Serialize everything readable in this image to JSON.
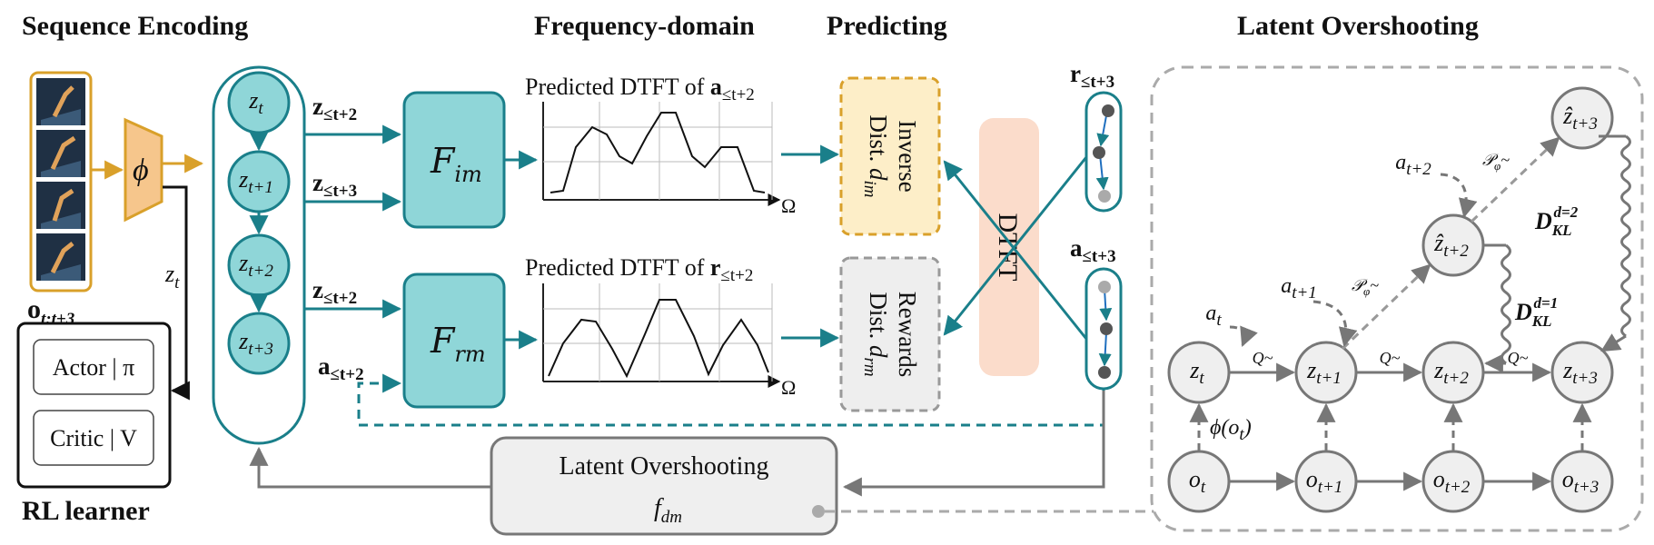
{
  "titles": {
    "sequence_encoding": "Sequence Encoding",
    "frequency_domain": "Frequency-domain",
    "predicting": "Predicting",
    "latent_overshooting": "Latent Overshooting",
    "rl_learner": "RL learner"
  },
  "encoder": {
    "obs_label": "o",
    "obs_sub": "t:t+3",
    "phi": "ϕ",
    "z_out_label": "z",
    "z_out_sub": "t",
    "latents": [
      {
        "base": "z",
        "sub": "t"
      },
      {
        "base": "z",
        "sub": "t+1"
      },
      {
        "base": "z",
        "sub": "t+2"
      },
      {
        "base": "z",
        "sub": "t+3"
      }
    ]
  },
  "rl": {
    "actor": "Actor | π",
    "critic": "Critic | V"
  },
  "fim": {
    "name": "F",
    "sub": "im",
    "in1_label": "z",
    "in1_sub": "≤t+2",
    "in2_label": "z",
    "in2_sub": "≤t+3",
    "plot_title": "Predicted DTFT of ",
    "plot_title_bold": "a",
    "plot_title_sub": "≤t+2",
    "axis": "Ω"
  },
  "frm": {
    "name": "F",
    "sub": "rm",
    "in1_label": "z",
    "in1_sub": "≤t+2",
    "in2_label": "a",
    "in2_sub": "≤t+2",
    "plot_title": "Predicted DTFT of ",
    "plot_title_bold": "r",
    "plot_title_sub": "≤t+2",
    "axis": "Ω"
  },
  "dist": {
    "inverse_line1": "Inverse",
    "inverse_line2": "Dist. ",
    "inverse_sym": "d",
    "inverse_sub": "im",
    "rewards_line1": "Rewards",
    "rewards_line2": "Dist. ",
    "rewards_sym": "d",
    "rewards_sub": "rm"
  },
  "dtft": "DTFT",
  "seq": {
    "r_label": "r",
    "r_sub": "≤t+3",
    "a_label": "a",
    "a_sub": "≤t+3"
  },
  "dm": {
    "line1": "Latent Overshooting",
    "sym": "f",
    "sub": "dm"
  },
  "lo": {
    "z_nodes": [
      {
        "base": "z",
        "sub": "t"
      },
      {
        "base": "z",
        "sub": "t+1"
      },
      {
        "base": "z",
        "sub": "t+2"
      },
      {
        "base": "z",
        "sub": "t+3"
      }
    ],
    "o_nodes": [
      {
        "base": "o",
        "sub": "t"
      },
      {
        "base": "o",
        "sub": "t+1"
      },
      {
        "base": "o",
        "sub": "t+2"
      },
      {
        "base": "o",
        "sub": "t+3"
      }
    ],
    "hat_nodes": [
      {
        "base": "ẑ",
        "sub": "t+2"
      },
      {
        "base": "ẑ",
        "sub": "t+3"
      }
    ],
    "actions": [
      {
        "base": "a",
        "sub": "t"
      },
      {
        "base": "a",
        "sub": "t+1"
      },
      {
        "base": "a",
        "sub": "t+2"
      }
    ],
    "q_label": "Q~",
    "p_label": "𝒫",
    "p_sub": "φ",
    "p_tilde": "~",
    "phi_o": "ϕ(o",
    "phi_o_sub": "t",
    "phi_o_close": ")",
    "kl1_base": "D",
    "kl1_sub": "KL",
    "kl1_sup": "d=1",
    "kl2_base": "D",
    "kl2_sub": "KL",
    "kl2_sup": "d=2"
  },
  "colors": {
    "teal": "#1a7f8a",
    "teal_fill": "#8fd6d8",
    "gold": "#d9a02a",
    "gold_fill": "#fdeec8",
    "gray": "#808080",
    "peach": "#fbdccb"
  }
}
